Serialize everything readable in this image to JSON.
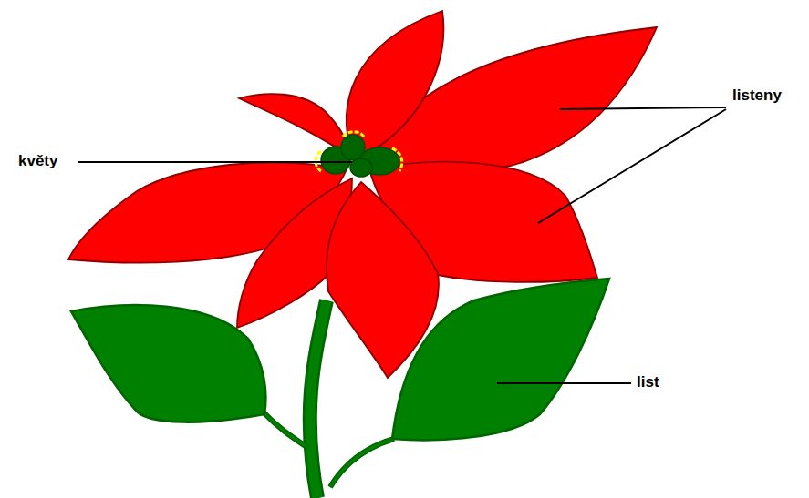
{
  "diagram": {
    "labels": [
      "květy",
      "listeny",
      "list"
    ]
  }
}
